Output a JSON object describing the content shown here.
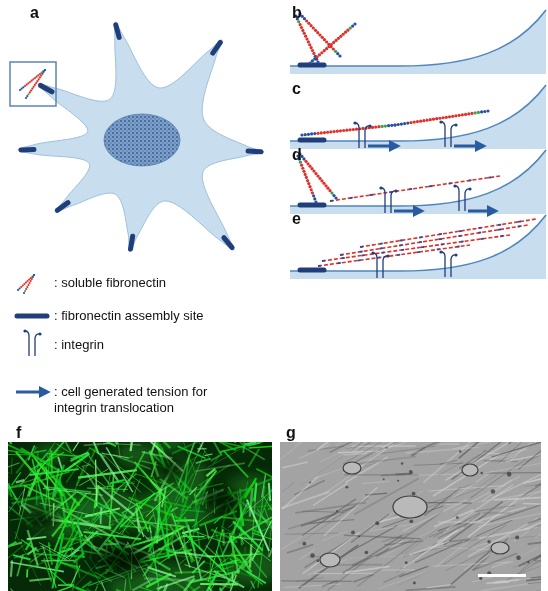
{
  "diagram": {
    "labels": [
      "a",
      "b",
      "c",
      "d",
      "e",
      "f",
      "g"
    ],
    "legend": [
      {
        "text": ": soluble fibronectin"
      },
      {
        "text": ": fibronectin assembly site"
      },
      {
        "text": ": integrin"
      },
      {
        "text": ": cell generated tension for integrin translocation"
      }
    ]
  }
}
